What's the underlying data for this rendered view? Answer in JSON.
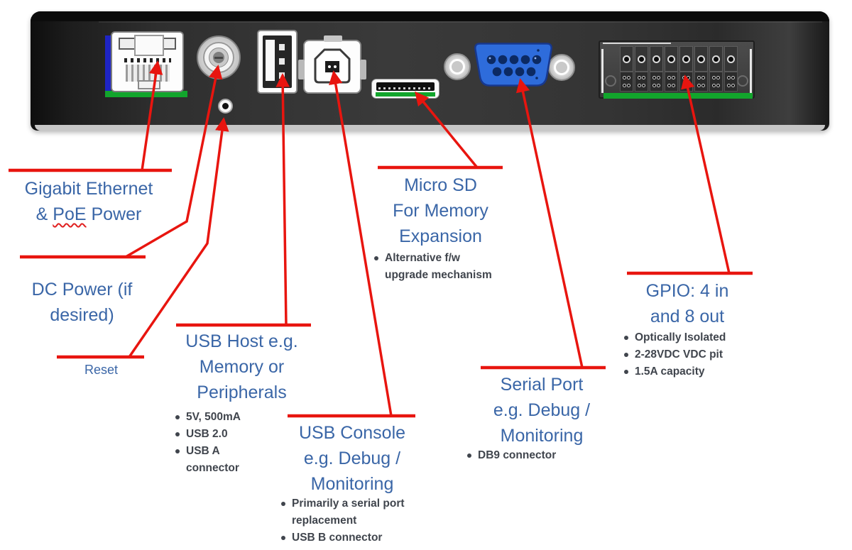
{
  "colors": {
    "accent_red": "#e8150f",
    "label_blue": "#3a66a7",
    "db9_blue": "#2e6cdb",
    "strip_green": "#12a52c",
    "chassis_dark": "#333333"
  },
  "device": {
    "port_icons": [
      "ethernet-rj45-port",
      "dc-barrel-jack",
      "reset-hole",
      "usb-a-port",
      "usb-b-port",
      "micro-sd-slot",
      "screw-standoff-left",
      "db9-serial-port",
      "screw-standoff-right",
      "gpio-terminal-block"
    ]
  },
  "annotations": {
    "gigabit": {
      "line1": "Gigabit Ethernet",
      "line2_prefix": "& ",
      "line2_poe": "PoE",
      "line2_suffix": " Power"
    },
    "dc_power": {
      "line1": "DC Power (if",
      "line2": "desired)"
    },
    "reset": {
      "label": "Reset"
    },
    "usb_host": {
      "line1": "USB Host e.g.",
      "line2": "Memory or",
      "line3": "Peripherals",
      "bullets": [
        "5V, 500mA",
        "USB 2.0",
        "USB A connector"
      ]
    },
    "usb_console": {
      "line1": "USB Console",
      "line2": "e.g. Debug /",
      "line3": "Monitoring",
      "bullets": [
        "Primarily a serial port replacement",
        "USB B connector"
      ]
    },
    "micro_sd": {
      "line1": "Micro SD",
      "line2": "For Memory",
      "line3": "Expansion",
      "bullets": [
        "Alternative f/w upgrade mechanism"
      ]
    },
    "serial": {
      "line1": "Serial Port",
      "line2": "e.g. Debug /",
      "line3": "Monitoring",
      "bullets": [
        "DB9 connector"
      ]
    },
    "gpio": {
      "line1": "GPIO: 4 in",
      "line2": "and 8 out",
      "bullets": [
        "Optically Isolated",
        "2-28VDC VDC pit",
        "1.5A capacity"
      ]
    }
  }
}
